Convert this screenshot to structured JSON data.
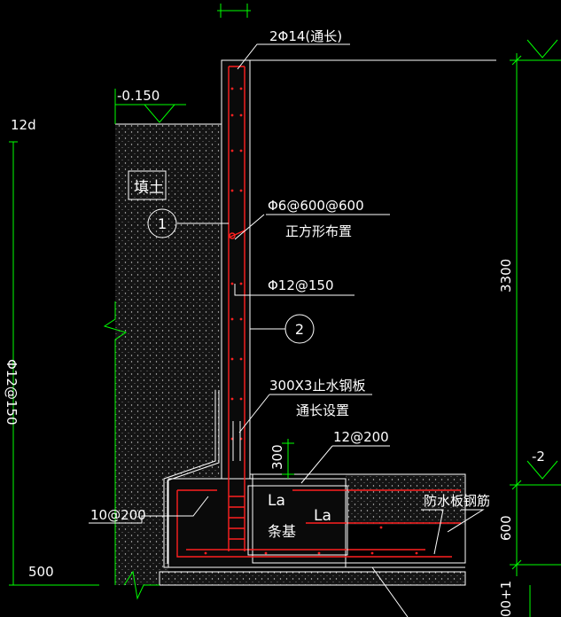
{
  "labels": {
    "top_rebar": "2Φ14(通长)",
    "elev_left": "-0.150",
    "dim_12d": "12d",
    "fill_soil": "填土",
    "tie_bar": "Φ6@600@600",
    "tie_note": "正方形布置",
    "wall_bar": "Φ12@150",
    "waterstop": "300X3止水钢板",
    "waterstop_note": "通长设置",
    "dim_300": "300",
    "slab_bar": "12@200",
    "left_bar": "10@200",
    "la_left": "La",
    "strip_base": "条基",
    "la_right": "La",
    "waterproof_bar": "防水板钢筋",
    "dim_3300": "3300",
    "dim_600": "600",
    "dim_500": "500",
    "circle_1": "1",
    "circle_2": "2",
    "elev_right_partial": "-2",
    "bottom_right_partial": "00+1",
    "left_side_partial": "Φ12@150"
  },
  "colors": {
    "background": "#000000",
    "concrete_edge": "#ffffff",
    "rebar": "#ff2020",
    "dimension": "#00ff00",
    "text": "#ffffff",
    "hatch": "#1c1c1c"
  }
}
